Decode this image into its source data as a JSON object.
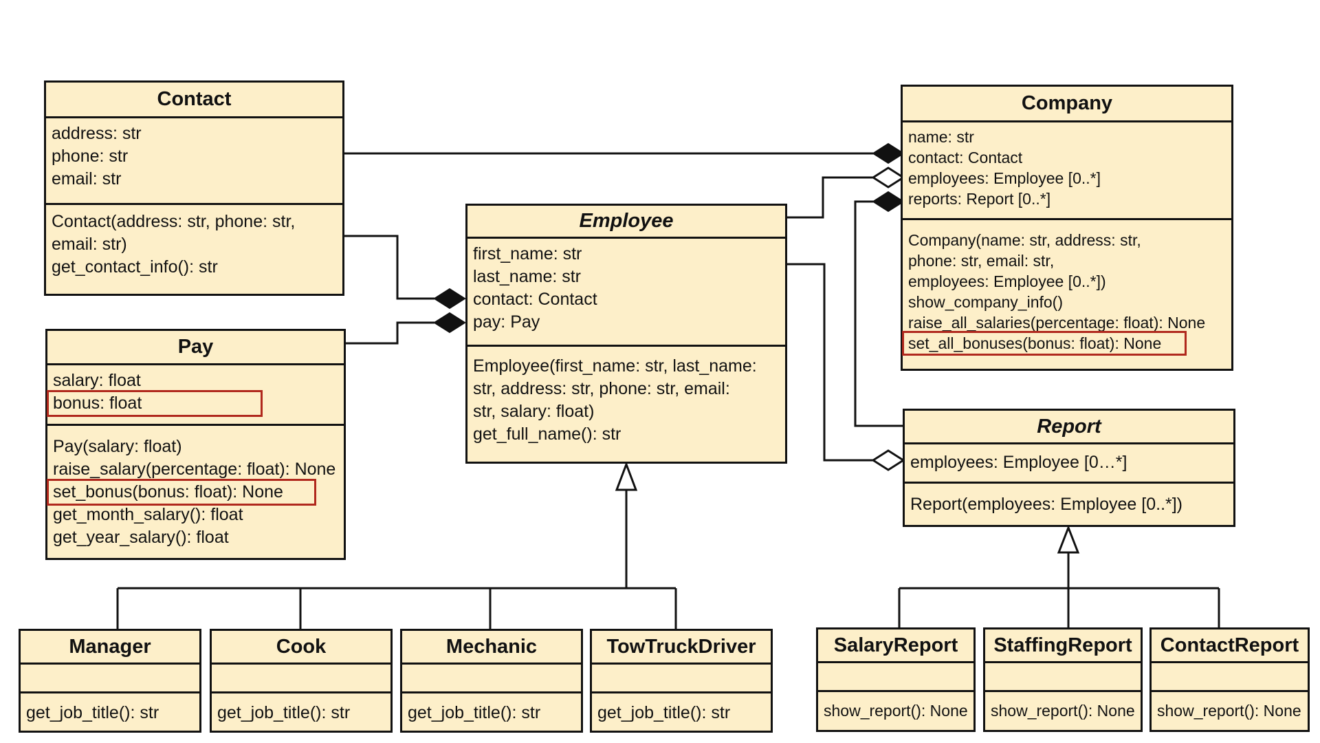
{
  "classes": {
    "contact": {
      "name": "Contact",
      "attributes": [
        "address: str",
        "phone: str",
        "email: str"
      ],
      "methods": [
        "Contact(address: str, phone: str,",
        "email: str)",
        "get_contact_info(): str"
      ]
    },
    "pay": {
      "name": "Pay",
      "attributes": [
        "salary: float",
        "bonus: float"
      ],
      "methods": [
        "Pay(salary: float)",
        "raise_salary(percentage: float): None",
        "set_bonus(bonus: float): None",
        "get_month_salary(): float",
        "get_year_salary(): float"
      ]
    },
    "employee": {
      "name": "Employee",
      "attributes": [
        "first_name: str",
        "last_name: str",
        "contact: Contact",
        "pay: Pay"
      ],
      "methods": [
        "Employee(first_name: str, last_name:",
        "str, address: str, phone: str, email:",
        "str,  salary: float)",
        "get_full_name(): str"
      ]
    },
    "company": {
      "name": "Company",
      "attributes": [
        "name: str",
        "contact: Contact",
        "employees: Employee [0..*]",
        "reports: Report [0..*]"
      ],
      "methods": [
        "Company(name: str, address: str,",
        "phone: str, email: str,",
        "employees: Employee [0..*])",
        "show_company_info()",
        "raise_all_salaries(percentage: float): None",
        "set_all_bonuses(bonus: float): None"
      ]
    },
    "report": {
      "name": "Report",
      "attributes": [
        "employees: Employee [0…*]"
      ],
      "methods": [
        "Report(employees: Employee [0..*])"
      ]
    },
    "manager": {
      "name": "Manager",
      "methods": [
        "get_job_title(): str"
      ]
    },
    "cook": {
      "name": "Cook",
      "methods": [
        "get_job_title(): str"
      ]
    },
    "mechanic": {
      "name": "Mechanic",
      "methods": [
        "get_job_title(): str"
      ]
    },
    "towtruckdriver": {
      "name": "TowTruckDriver",
      "methods": [
        "get_job_title(): str"
      ]
    },
    "salaryreport": {
      "name": "SalaryReport",
      "methods": [
        "show_report(): None"
      ]
    },
    "staffingreport": {
      "name": "StaffingReport",
      "methods": [
        "show_report(): None"
      ]
    },
    "contactreport": {
      "name": "ContactReport",
      "methods": [
        "show_report(): None"
      ]
    }
  },
  "colors": {
    "box_fill": "#fdefc9",
    "stroke": "#111111",
    "highlight": "#b0281d"
  }
}
